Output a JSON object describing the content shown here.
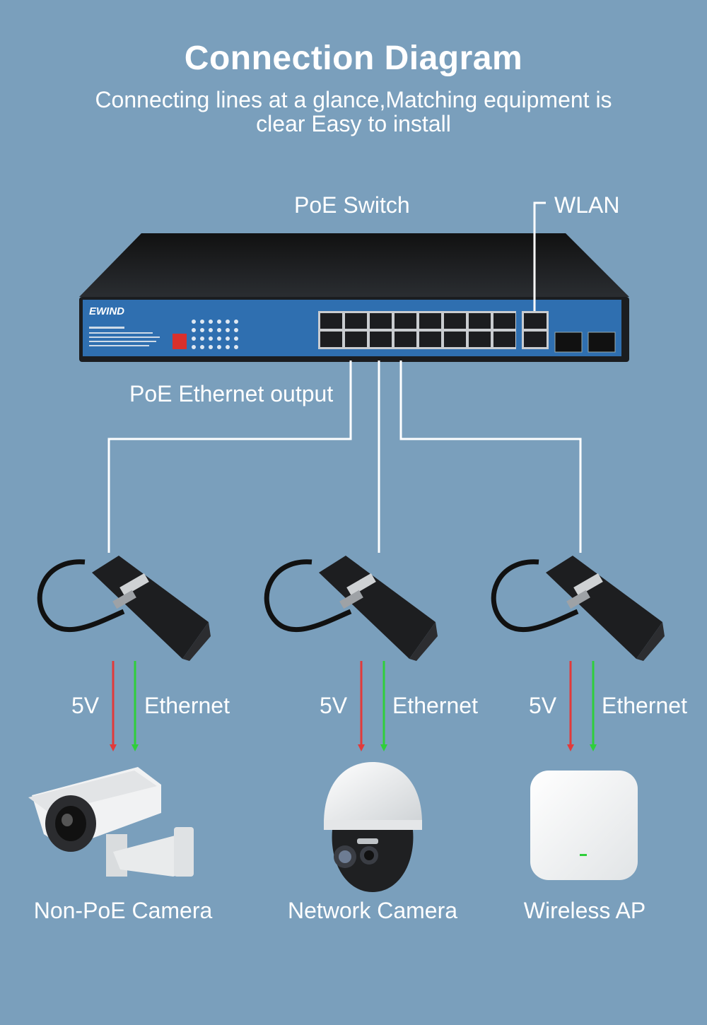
{
  "header": {
    "title": "Connection Diagram",
    "subtitle": "Connecting lines at a glance,Matching equipment is clear Easy to install"
  },
  "switch": {
    "label": "PoE Switch",
    "uplink_label": "WLAN",
    "output_label": "PoE Ethernet output",
    "brand": "EWIND"
  },
  "splitters": [
    {
      "power_label": "5V",
      "data_label": "Ethernet"
    },
    {
      "power_label": "5V",
      "data_label": "Ethernet"
    },
    {
      "power_label": "5V",
      "data_label": "Ethernet"
    }
  ],
  "devices": [
    {
      "label": "Non-PoE Camera",
      "icon": "bullet-camera-icon"
    },
    {
      "label": "Network Camera",
      "icon": "dome-camera-icon"
    },
    {
      "label": "Wireless AP",
      "icon": "wireless-ap-icon"
    }
  ],
  "colors": {
    "background": "#7a9fbc",
    "power_arrow": "#e23a3a",
    "data_arrow": "#2fcf3a",
    "switch_panel": "#2f6fb0"
  }
}
